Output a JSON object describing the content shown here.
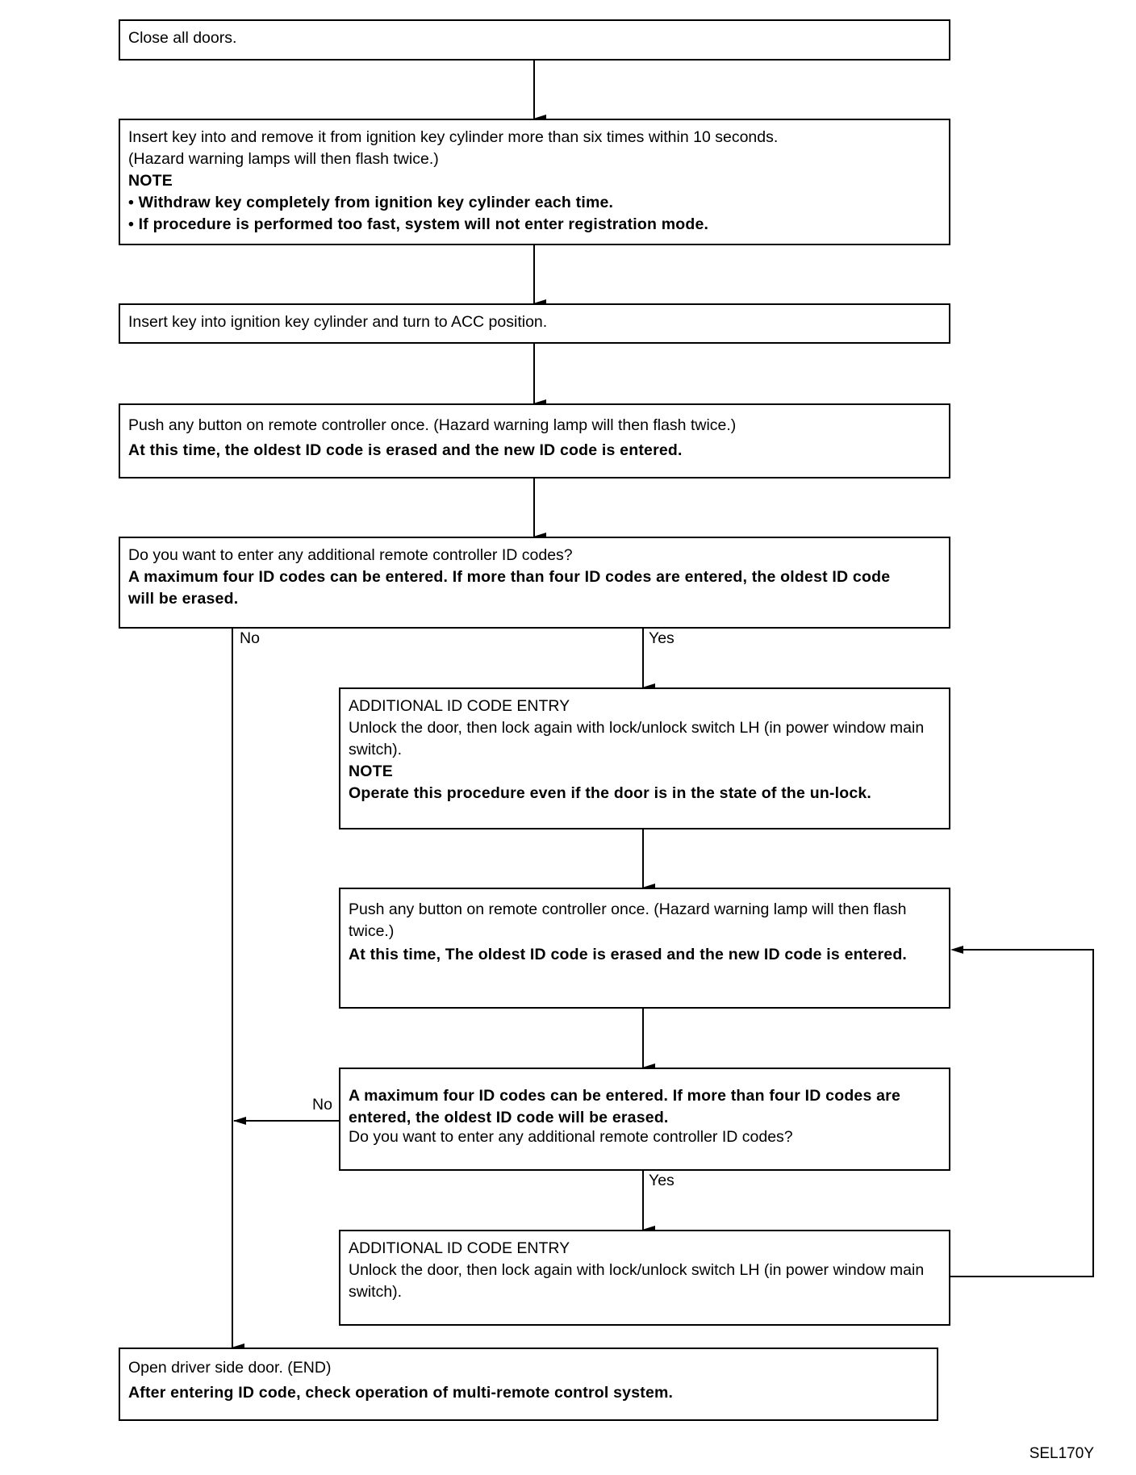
{
  "steps": {
    "close_doors": "Close all doors.",
    "insert_remove": {
      "line1": "Insert key into and remove it from ignition key cylinder more than six times within 10 seconds.",
      "line2": "(Hazard warning lamps will then flash twice.)",
      "note_heading": "NOTE",
      "bullet1": "• Withdraw key completely from ignition key cylinder each time.",
      "bullet2": "• If procedure is performed too fast, system will not enter registration mode."
    },
    "acc_position": "Insert key into ignition key cylinder and turn to ACC position.",
    "push_button_1": {
      "line1": "Push any button on remote controller once. (Hazard warning lamp will then flash twice.)",
      "bold": "At this time, the oldest ID code is erased and the new ID code is entered."
    },
    "question_1": {
      "line1": "Do you want to enter any additional remote controller ID codes?",
      "bold": "A maximum four ID codes can be entered. If more than four ID codes are entered, the oldest ID code will be erased."
    },
    "additional_entry_1": {
      "title": "ADDITIONAL ID CODE ENTRY",
      "body": "Unlock the door, then lock again with lock/unlock switch LH (in power window main switch).",
      "note_heading": "NOTE",
      "note": "Operate this procedure even if the door is in the state of the un-lock."
    },
    "push_button_2": {
      "line1": "Push any button on remote controller once. (Hazard warning lamp will then flash twice.)",
      "bold": "At this time, The oldest ID code is erased and the new ID code is entered."
    },
    "question_2": {
      "bold": "A maximum four ID codes can be entered. If more than four ID codes are entered, the oldest ID code will be erased.",
      "line": "Do you want to enter any additional remote controller ID codes?"
    },
    "additional_entry_2": {
      "title": "ADDITIONAL ID CODE ENTRY",
      "body": "Unlock the door, then lock again with lock/unlock switch LH (in power window main switch)."
    },
    "end": {
      "line1": "Open driver side door. (END)",
      "bold": "After entering ID code, check operation of multi-remote control system."
    }
  },
  "labels": {
    "no_1": "No",
    "yes_1": "Yes",
    "no_2": "No",
    "yes_2": "Yes"
  },
  "figure_code": "SEL170Y"
}
